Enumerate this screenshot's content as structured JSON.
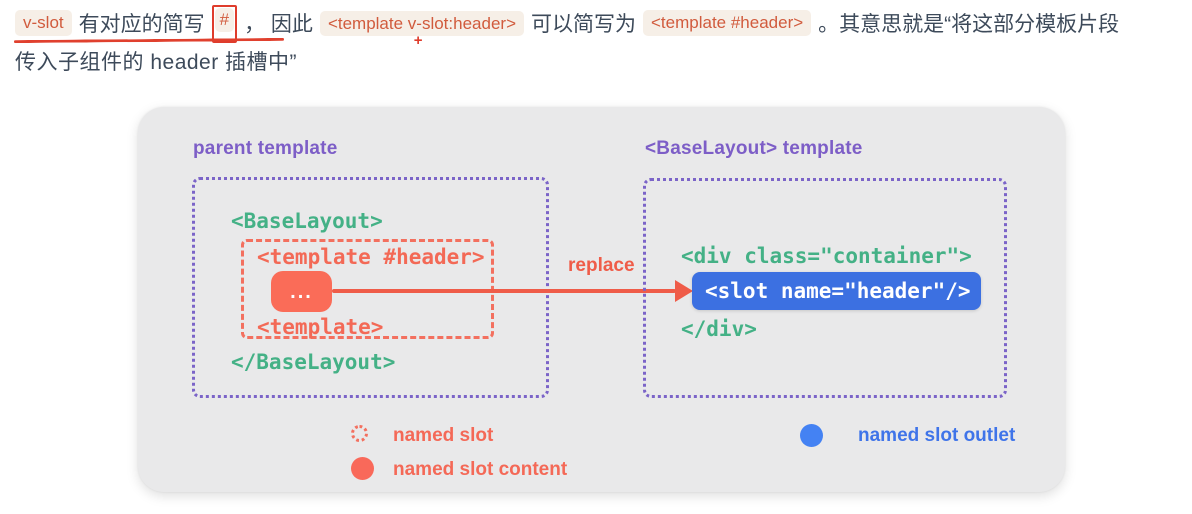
{
  "intro": {
    "code_vslot": "v-slot",
    "t1": "有对应的简写",
    "code_hash": "#",
    "t2": "， 因此",
    "code_template_vslot": "<template v-slot:header>",
    "plus": "+",
    "t3": "可以简写为",
    "code_template_hash": "<template #header>",
    "t4": "。其意思就是“将这部分模板片段",
    "line2": "传入子组件的 header 插槽中”"
  },
  "diagram": {
    "left": {
      "label": "parent template",
      "open_tag": "<BaseLayout>",
      "template_open": "<template #header>",
      "slot_content": "...",
      "template_close": "<template>",
      "close_tag": "</BaseLayout>"
    },
    "arrow_label": "replace",
    "right": {
      "label": "<BaseLayout> template",
      "open_tag": "<div class=\"container\">",
      "slot_outlet": "<slot name=\"header\"/>",
      "close_tag": "</div>"
    },
    "legend": {
      "named_slot": "named slot",
      "named_slot_content": "named slot content",
      "named_slot_outlet": "named slot outlet"
    }
  },
  "colors": {
    "panel_bg": "#e9e9ea",
    "purple": "#7d5ec7",
    "green": "#44b186",
    "red": "#f46957",
    "blue_pill": "#3c70e1",
    "legend_blue": "#4482f3",
    "inline_code_text": "#d15b3d",
    "inline_code_bg": "#f6efe7",
    "annotation_red": "#e0402e",
    "body_text": "#3d4a5a"
  }
}
